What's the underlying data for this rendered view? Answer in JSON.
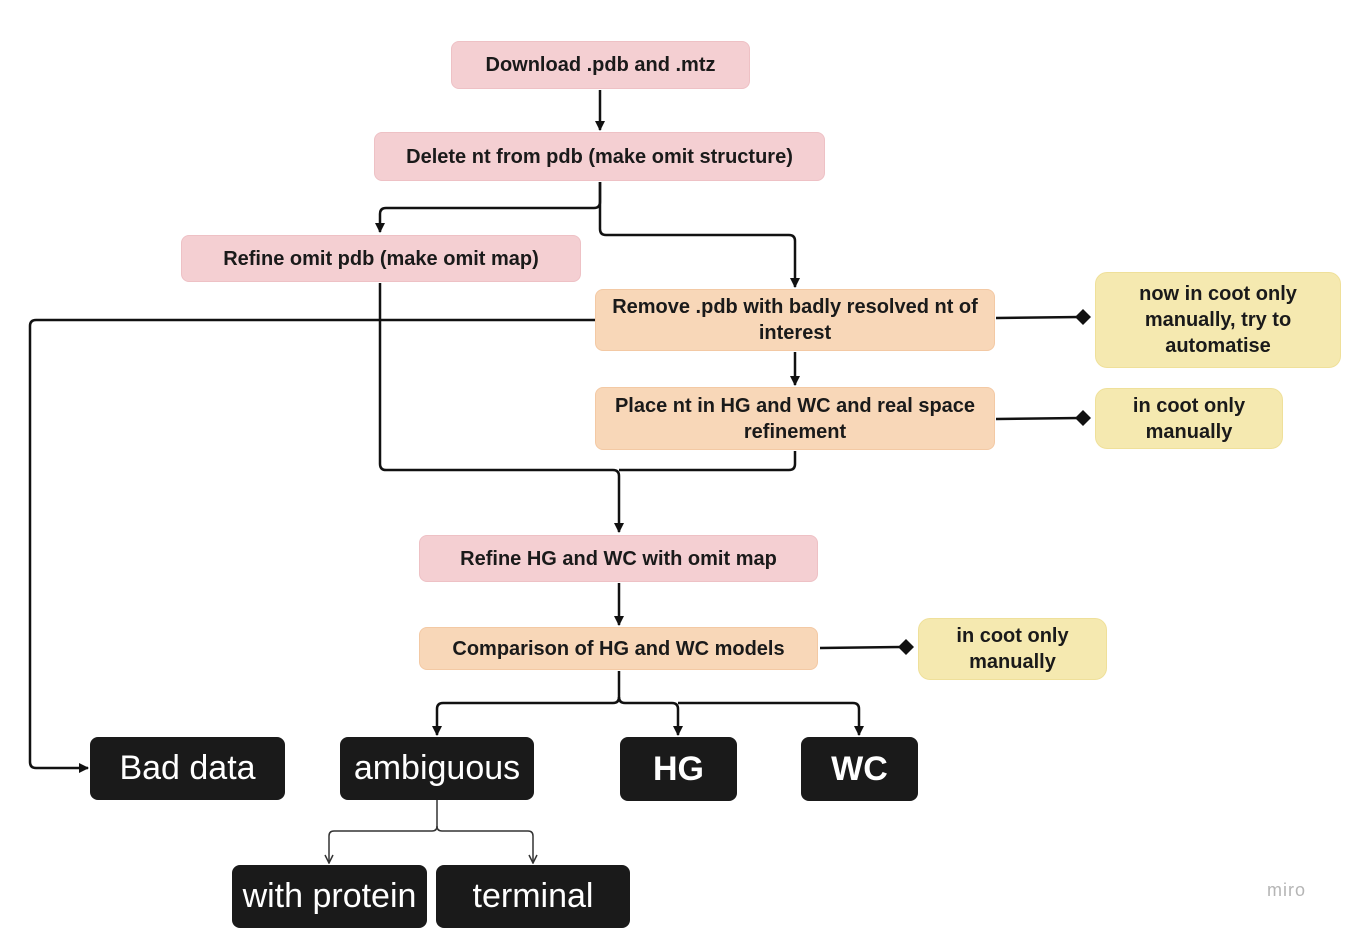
{
  "steps": {
    "download": "Download .pdb and .mtz",
    "delete_nt": "Delete nt from pdb (make omit structure)",
    "refine_omit": "Refine omit pdb (make omit map)",
    "remove_pdb": "Remove .pdb with badly resolved nt of interest",
    "place_nt": "Place nt in HG and WC and real space refinement",
    "refine_hg_wc": "Refine HG and WC with omit map",
    "comparison": "Comparison of HG and WC models"
  },
  "notes": {
    "remove_note": "now in coot only manually, try to automatise",
    "place_note": "in coot only manually",
    "comparison_note": "in coot only manually"
  },
  "outcomes": {
    "bad_data": "Bad data",
    "ambiguous": "ambiguous",
    "hg": "HG",
    "wc": "WC",
    "with_protein": "with protein",
    "terminal": "terminal"
  },
  "watermark": "miro",
  "colors": {
    "pink": "#f4cfd2",
    "peach": "#f8d7b8",
    "yellow": "#f5e9b0",
    "dark": "#1a1a1a"
  }
}
